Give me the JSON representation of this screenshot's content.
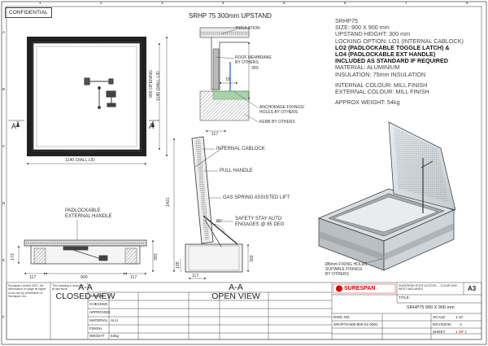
{
  "sheet": {
    "confidential": "CONFIDENTIAL",
    "col_markers": [
      "1",
      "2",
      "3",
      "4",
      "5",
      "6",
      "7",
      "8"
    ],
    "row_markers": [
      "A",
      "B",
      "C",
      "D",
      "E",
      "F"
    ]
  },
  "header": {
    "section_title": "SRHP 75 300mm UPSTAND"
  },
  "spec": {
    "product": "SRHP75",
    "size": "SIZE: 900 X 900 mm",
    "upstand": "UPSTAND HEIGHT: 300 mm",
    "locking": "LOCKING OPTION: LO1 (INTERNAL CABLOCK)",
    "lo2": "LO2 (PADLOCKABLE TOGGLE LATCH) &",
    "lo4": "LO4 (PADLOCKABLE EXT HANDLE)",
    "included": "INCLUDED AS STANDARD IF REQUIRED",
    "material": "MATERIAL: ALUMINIUM",
    "insulation": "INSULATION: 75mm INSULATION",
    "int_colour": "INTERNAL COLOUR: MILL FINISH",
    "ext_colour": "EXTERNAL COLOUR: MILL FINISH",
    "weight": "APPROX WEIGHT: 54kg"
  },
  "plan_view": {
    "section_mark": "A",
    "dim_opening_w": "900 OPENING",
    "dim_overall_w": "1140 O/ALL LID",
    "dim_opening_h": "900 OPENING",
    "dim_overall_h": "1140 O/ALL LID"
  },
  "detail": {
    "insulation": "INSULATION",
    "roof_membrane": "ROOF MEMBRANE\nBY OTHERS",
    "anchorage": "ANCHORAGE FIXINGS/\nHOLES BY OTHERS",
    "kerb": "KERB BY OTHERS",
    "dim_393": "393",
    "dim_15": "15",
    "dim_117": "117"
  },
  "open_side": {
    "internal_cablock": "INTERNAL CABLOCK",
    "pull_handle": "PULL HANDLE",
    "gas_spring": "GAS SPRING ASSISTED LIFT",
    "safety_stay": "SAFETY STAY AUTO\nENGAGES @ 85 DEG",
    "angle": "85°",
    "dim_1421": "1421",
    "dim_195": "195",
    "dim_300": "300",
    "dim_117": "117",
    "caption_line1": "A-A",
    "caption_line2": "OPEN VIEW"
  },
  "closed_view": {
    "padlock": "PADLOCKABLE\nEXTERNAL HANDLE",
    "dim_173": "173",
    "dim_393": "393",
    "dim_117_left": "117",
    "dim_900": "900",
    "dim_117_right": "117",
    "caption_line1": "A-A",
    "caption_line2": "CLOSED VIEW"
  },
  "iso": {
    "fixing_note": "Ø6mm FIXING HOLES\nSUITABLE FIXINGS\nBY OTHERS"
  },
  "title_block": {
    "copyright": "Surespan Limited 2021. No information on page its rights or for use by permission of Surespan Ltd...",
    "right_notes": "This drawing is accurate at last issue",
    "brand": "SURESPAN",
    "company_address": "SURESPAN ROOF ACCESS ... CLEAR WAY ... WEST MIDLANDS",
    "title_label": "TITLE:",
    "title_value": "SRHP75 900 X 900 mm",
    "sheet_size": "A3",
    "rows": [
      {
        "label": "DRAWN",
        "value": ""
      },
      {
        "label": "CHECKED",
        "value": ""
      },
      {
        "label": "APPROVED",
        "value": ""
      },
      {
        "label": "MATERIAL",
        "value": "ALU"
      },
      {
        "label": "FINISH",
        "value": ""
      },
      {
        "label": "WEIGHT",
        "value": "54kg"
      }
    ],
    "dwg_no_label": "DWG NO:",
    "dwg_no": "SRHP75-900-900-01-0001",
    "scale_label": "SCALE:",
    "scale": "1:10",
    "revision_label": "REVISION:",
    "revision": "A",
    "sheet_label": "SHEET:",
    "sheet": "1 OF 1"
  }
}
